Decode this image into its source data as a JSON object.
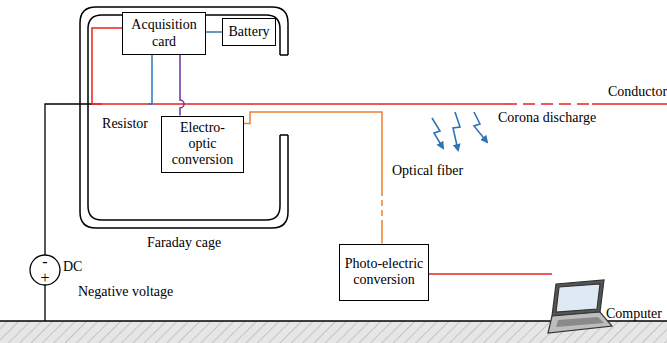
{
  "diagram": {
    "nodes": [
      {
        "text": [
          "Faraday cage"
        ]
      },
      {
        "text": [
          "Acquisition card"
        ],
        "in": 0
      },
      {
        "text": [
          "Battery"
        ],
        "in": 0
      },
      {
        "text": [
          "Resistor"
        ],
        "in": 0
      },
      {
        "text": [
          "Electro-optic conversion"
        ],
        "in": 0
      },
      {
        "text": [
          "Photo-electric conversion"
        ]
      }
    ],
    "edges": [
      {
        "from": 1,
        "to": 3,
        "arrow": "none"
      },
      {
        "from": 1,
        "to": 3,
        "arrow": "none"
      },
      {
        "from": 1,
        "to": 2,
        "arrow": "none"
      },
      {
        "from": 1,
        "to": 4,
        "arrow": "none"
      },
      {
        "from": 4,
        "to": 5,
        "arrow": "none"
      }
    ],
    "labels": [
      "Conductor",
      "Corona discharge",
      "Optical fiber",
      "Computer",
      "DC",
      "Negative voltage",
      "-",
      "+"
    ]
  }
}
